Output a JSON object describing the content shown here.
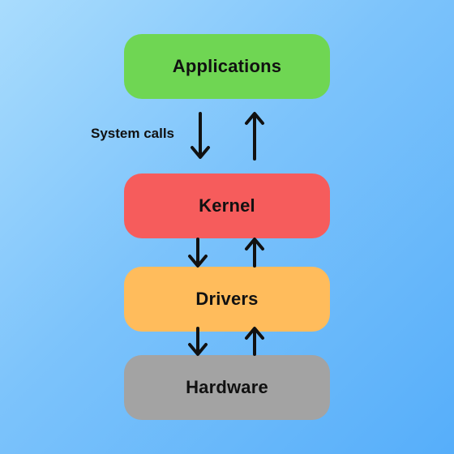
{
  "layers": [
    {
      "id": "applications",
      "label": "Applications",
      "color": "#6fd653"
    },
    {
      "id": "kernel",
      "label": "Kernel",
      "color": "#f65c5c"
    },
    {
      "id": "drivers",
      "label": "Drivers",
      "color": "#ffbc5c"
    },
    {
      "id": "hardware",
      "label": "Hardware",
      "color": "#a3a3a3"
    }
  ],
  "connectors": {
    "system_calls_label": "System calls"
  },
  "colors": {
    "arrow": "#111111",
    "background_light": "#a9dcfd",
    "background_dark": "#56aefa"
  }
}
